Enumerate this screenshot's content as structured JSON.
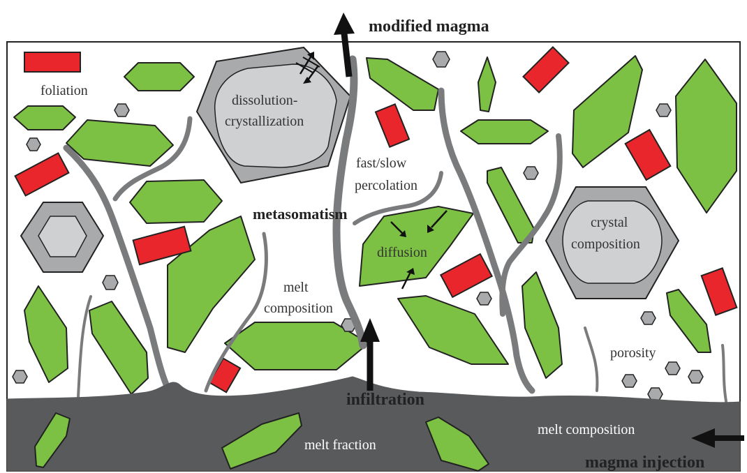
{
  "colors": {
    "mineral_green": "#7cc143",
    "mineral_red": "#e8262b",
    "melt_gray": "#595a5c",
    "channel_gray": "#7a7b7d",
    "rim_gray": "#a9aaac",
    "core_gray": "#cfd0d2",
    "outline": "#222222",
    "background": "#ffffff"
  },
  "labels": {
    "modified_magma": "modified magma",
    "foliation": "foliation",
    "dissolution_line1": "dissolution-",
    "dissolution_line2": "crystallization",
    "fast_slow": "fast/slow",
    "percolation": "percolation",
    "metasomatism": "metasomatism",
    "diffusion": "diffusion",
    "crystal": "crystal",
    "composition": "composition",
    "melt_composition_line1": "melt",
    "melt_composition_line2": "composition",
    "porosity": "porosity",
    "infiltration": "infiltration",
    "melt_fraction": "melt fraction",
    "melt_composition_bottom": "melt composition",
    "magma_injection": "magma injection"
  }
}
